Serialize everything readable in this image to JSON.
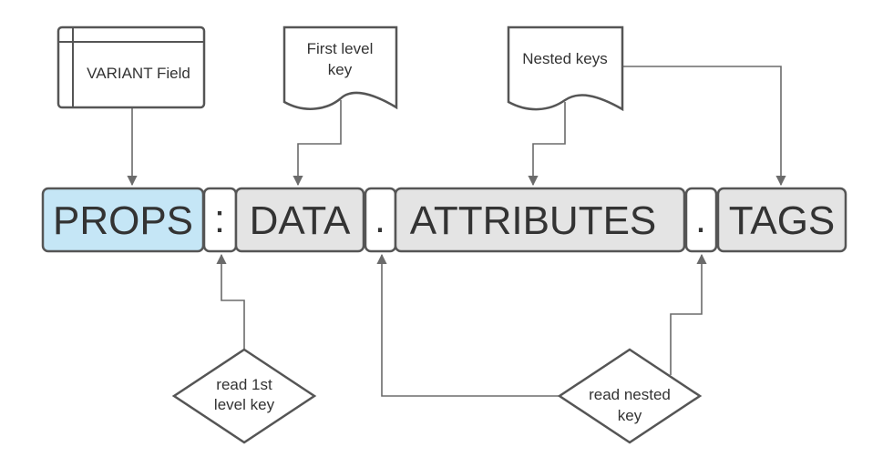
{
  "path": {
    "props": "PROPS",
    "sep1": ":",
    "data": "DATA",
    "sep2": ".",
    "attributes": "ATTRIBUTES",
    "sep3": ".",
    "tags": "TAGS"
  },
  "labels": {
    "variant_field": "VARIANT Field",
    "first_level_key_line1": "First level",
    "first_level_key_line2": "key",
    "nested_keys": "Nested keys",
    "read_first_line1": "read 1st",
    "read_first_line2": "level key",
    "read_nested_line1": "read nested",
    "read_nested_line2": "key"
  },
  "colors": {
    "props_fill": "#c5e6f6",
    "segment_fill": "#e4e4e4",
    "separator_fill": "#ffffff",
    "stroke": "#555555",
    "connector": "#6b6b6b"
  }
}
